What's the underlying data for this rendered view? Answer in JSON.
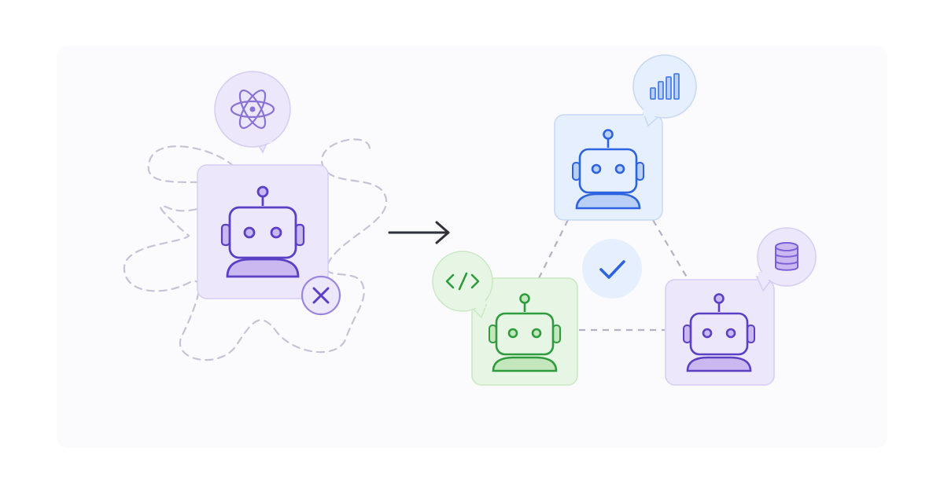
{
  "diagram": {
    "left": {
      "agent": {
        "color": "#5b3fc4",
        "fill": "#ece7fb",
        "border": "#d6cdf4",
        "body": "#c9b9f0"
      },
      "bubble_icon": "atom-icon",
      "status_icon": "x-icon",
      "status_meaning": "fail"
    },
    "transition_icon": "arrow-right-icon",
    "right": {
      "agents": [
        {
          "role": "analytics",
          "color": "#2d62e0",
          "fill": "#e6effd",
          "border": "#c6d8f6",
          "body": "#b9cff6",
          "bubble_icon": "bar-chart-icon"
        },
        {
          "role": "code",
          "color": "#2e9b3c",
          "fill": "#e7f6e4",
          "border": "#c8e7c2",
          "body": "#c3e6bc",
          "bubble_icon": "code-icon"
        },
        {
          "role": "data",
          "color": "#5b3fc4",
          "fill": "#ece7fb",
          "border": "#d6cdf4",
          "body": "#c9b9f0",
          "bubble_icon": "database-icon"
        }
      ],
      "center_icon": "check-icon",
      "center_meaning": "success"
    }
  }
}
